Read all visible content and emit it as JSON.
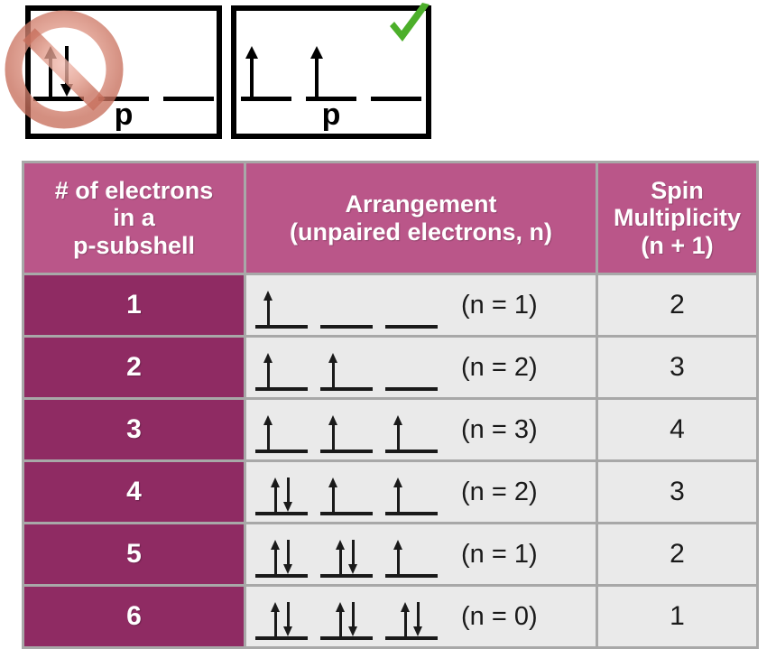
{
  "illustration": {
    "wrong_box": {
      "label": "p",
      "icon": "prohibition-icon",
      "slots": [
        {
          "arrows": [
            "up",
            "down"
          ]
        },
        {
          "arrows": []
        },
        {
          "arrows": []
        }
      ]
    },
    "right_box": {
      "label": "p",
      "icon": "check-icon",
      "check_color": "#4caf2a",
      "slots": [
        {
          "arrows": [
            "up"
          ]
        },
        {
          "arrows": [
            "up"
          ]
        },
        {
          "arrows": []
        }
      ]
    }
  },
  "colors": {
    "header_pink": "#ba5689",
    "count_magenta": "#8f2b63",
    "cell_gray": "#eaeaea",
    "border_gray": "#a8a8a8",
    "check_green": "#4caf2a",
    "prohibition_rose": "#d98070"
  },
  "table": {
    "headers": {
      "count": "# of electrons\nin a\np-subshell",
      "count_lines": [
        "# of electrons",
        "in a",
        "p-subshell"
      ],
      "arrangement_lines": [
        "Arrangement",
        "(unpaired electrons, n)"
      ],
      "spin_lines": [
        "Spin",
        "Multiplicity",
        "(n + 1)"
      ]
    },
    "rows": [
      {
        "count": "1",
        "slots": [
          [
            "up"
          ],
          [],
          []
        ],
        "n_label": "(n = 1)",
        "spin": "2"
      },
      {
        "count": "2",
        "slots": [
          [
            "up"
          ],
          [
            "up"
          ],
          []
        ],
        "n_label": "(n = 2)",
        "spin": "3"
      },
      {
        "count": "3",
        "slots": [
          [
            "up"
          ],
          [
            "up"
          ],
          [
            "up"
          ]
        ],
        "n_label": "(n = 3)",
        "spin": "4"
      },
      {
        "count": "4",
        "slots": [
          [
            "up",
            "down"
          ],
          [
            "up"
          ],
          [
            "up"
          ]
        ],
        "n_label": "(n = 2)",
        "spin": "3"
      },
      {
        "count": "5",
        "slots": [
          [
            "up",
            "down"
          ],
          [
            "up",
            "down"
          ],
          [
            "up"
          ]
        ],
        "n_label": "(n = 1)",
        "spin": "2"
      },
      {
        "count": "6",
        "slots": [
          [
            "up",
            "down"
          ],
          [
            "up",
            "down"
          ],
          [
            "up",
            "down"
          ]
        ],
        "n_label": "(n = 0)",
        "spin": "1"
      }
    ]
  },
  "chart_data": {
    "type": "table",
    "title": "Spin multiplicity of p-subshell electron configurations",
    "columns": [
      "# of electrons in a p-subshell",
      "Arrangement (unpaired electrons, n)",
      "Spin Multiplicity (n + 1)"
    ],
    "rows": [
      {
        "electrons": 1,
        "unpaired_n": 1,
        "multiplicity": 2,
        "orbitals": [
          [
            "up"
          ],
          [],
          []
        ]
      },
      {
        "electrons": 2,
        "unpaired_n": 2,
        "multiplicity": 3,
        "orbitals": [
          [
            "up"
          ],
          [
            "up"
          ],
          []
        ]
      },
      {
        "electrons": 3,
        "unpaired_n": 3,
        "multiplicity": 4,
        "orbitals": [
          [
            "up"
          ],
          [
            "up"
          ],
          [
            "up"
          ]
        ]
      },
      {
        "electrons": 4,
        "unpaired_n": 2,
        "multiplicity": 3,
        "orbitals": [
          [
            "up",
            "down"
          ],
          [
            "up"
          ],
          [
            "up"
          ]
        ]
      },
      {
        "electrons": 5,
        "unpaired_n": 1,
        "multiplicity": 2,
        "orbitals": [
          [
            "up",
            "down"
          ],
          [
            "up",
            "down"
          ],
          [
            "up"
          ]
        ]
      },
      {
        "electrons": 6,
        "unpaired_n": 0,
        "multiplicity": 1,
        "orbitals": [
          [
            "up",
            "down"
          ],
          [
            "up",
            "down"
          ],
          [
            "up",
            "down"
          ]
        ]
      }
    ]
  }
}
